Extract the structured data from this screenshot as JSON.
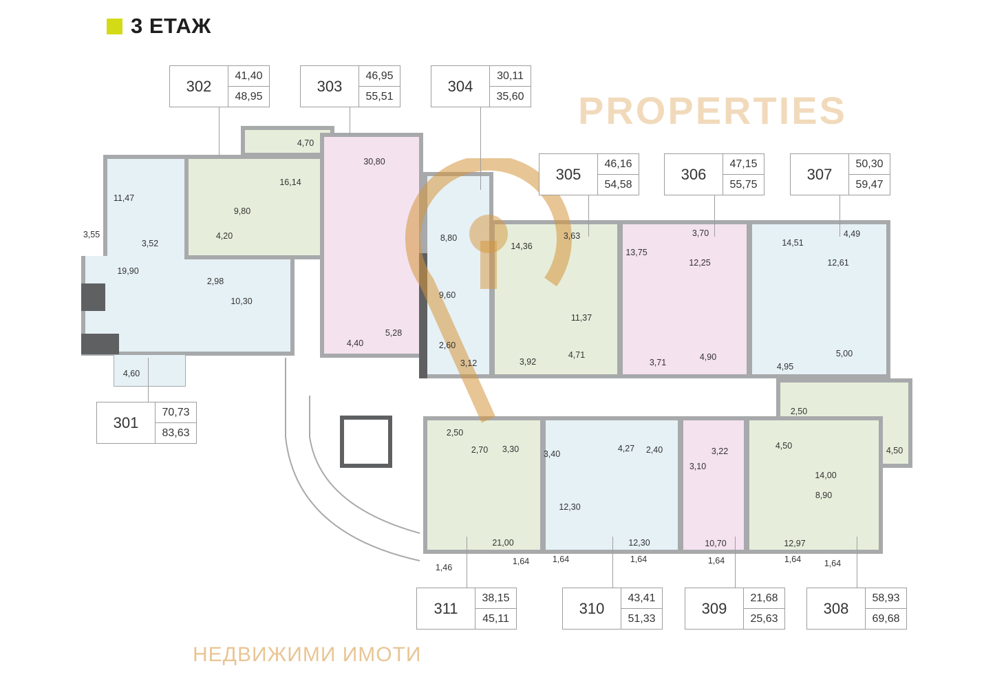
{
  "title": "3 ЕТАЖ",
  "watermark": {
    "brand": "PROPERTIES",
    "tagline": "НЕДВИЖИМИ ИМОТИ"
  },
  "colors": {
    "accent": "#d3db16",
    "green": "#e6eedb",
    "blue": "#e6f1f6",
    "pink": "#f4e2ef",
    "wall": "#a7a9ab"
  },
  "apartments": [
    {
      "number": "301",
      "area_net": "70,73",
      "area_total": "83,63",
      "rooms": [
        "11,47",
        "3,55",
        "3,52",
        "19,90",
        "2,98",
        "10,30",
        "4,60"
      ]
    },
    {
      "number": "302",
      "area_net": "41,40",
      "area_total": "48,95",
      "rooms": [
        "4,70",
        "16,14",
        "9,80",
        "4,20"
      ]
    },
    {
      "number": "303",
      "area_net": "46,95",
      "area_total": "55,51",
      "rooms": [
        "30,80",
        "4,40",
        "5,28"
      ]
    },
    {
      "number": "304",
      "area_net": "30,11",
      "area_total": "35,60",
      "rooms": [
        "8,80",
        "9,60",
        "2,60",
        "3,12"
      ]
    },
    {
      "number": "305",
      "area_net": "46,16",
      "area_total": "54,58",
      "rooms": [
        "14,36",
        "3,63",
        "11,37",
        "4,71",
        "3,92"
      ]
    },
    {
      "number": "306",
      "area_net": "47,15",
      "area_total": "55,75",
      "rooms": [
        "13,75",
        "3,70",
        "12,25",
        "3,71",
        "4,90"
      ]
    },
    {
      "number": "307",
      "area_net": "50,30",
      "area_total": "59,47",
      "rooms": [
        "14,51",
        "4,49",
        "12,61",
        "4,95",
        "5,00"
      ]
    },
    {
      "number": "308",
      "area_net": "58,93",
      "area_total": "69,68",
      "rooms": [
        "2,50",
        "4,50",
        "4,50",
        "14,00",
        "8,90",
        "12,97",
        "1,64",
        "1,64"
      ]
    },
    {
      "number": "309",
      "area_net": "21,68",
      "area_total": "25,63",
      "rooms": [
        "3,22",
        "3,10",
        "10,70",
        "1,64"
      ]
    },
    {
      "number": "310",
      "area_net": "43,41",
      "area_total": "51,33",
      "rooms": [
        "3,40",
        "4,27",
        "2,40",
        "12,30",
        "12,30",
        "1,64",
        "1,64"
      ]
    },
    {
      "number": "311",
      "area_net": "38,15",
      "area_total": "45,11",
      "rooms": [
        "2,50",
        "2,70",
        "3,30",
        "21,00",
        "1,46",
        "1,64"
      ]
    }
  ]
}
